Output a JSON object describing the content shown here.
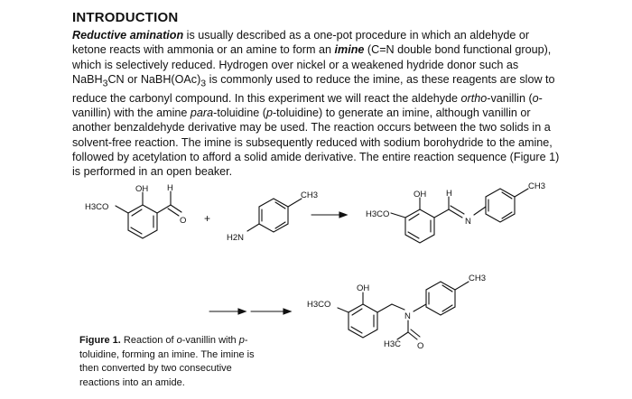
{
  "section": {
    "heading": "INTRODUCTION"
  },
  "paragraph": {
    "lead_term": "Reductive amination",
    "s1": " is usually described as a one-pot procedure in which an aldehyde or ketone reacts with ammonia or an amine to form an ",
    "imine_term": "imine",
    "s2": " (C=N double bond functional group), which is selectively reduced.  Hydrogen over nickel or a weakened hydride donor such as NaBH",
    "sub3a": "3",
    "s3": "CN or NaBH(OAc)",
    "sub3b": "3",
    "s4": " is commonly used to reduce the imine, as these reagents are slow to reduce the carbonyl compound.  In this experiment we will react the aldehyde ",
    "ortho_vanillin": "ortho",
    "s5": "-vanillin (",
    "o_prefix": "o",
    "s6": "-vanillin) with the amine ",
    "para_toluidine": "para",
    "s7": "-toluidine (",
    "p_prefix": "p",
    "s8": "-toluidine) to generate an imine, although vanillin or another benzaldehyde derivative may be used.  The reaction occurs between the two solids in a solvent-free reaction.  The imine is subsequently reduced with sodium borohydride to the amine, followed by acetylation to afford a solid amide derivative.  The entire reaction sequence (Figure 1) is performed in an open beaker."
  },
  "scheme": {
    "ovanillin": {
      "oh": "OH",
      "h": "H",
      "methoxy": "H3CO",
      "carbonyl_o": "O"
    },
    "plus": "+",
    "toluidine": {
      "amine": "H2N",
      "methyl": "CH3"
    },
    "imine": {
      "oh": "OH",
      "h": "H",
      "methoxy": "H3CO",
      "n": "N",
      "methyl": "CH3"
    },
    "amide": {
      "oh": "OH",
      "methoxy": "H3CO",
      "n": "N",
      "acetyl_methyl": "H3C",
      "carbonyl_o": "O",
      "methyl": "CH3"
    }
  },
  "caption": {
    "label": "Figure 1.",
    "t1": " Reaction of ",
    "o_prefix": "o",
    "t2": "-vanillin with ",
    "p_prefix": "p",
    "t3": "-toluidine, forming an imine.  The imine is then converted by two consecutive reactions into an amide."
  }
}
